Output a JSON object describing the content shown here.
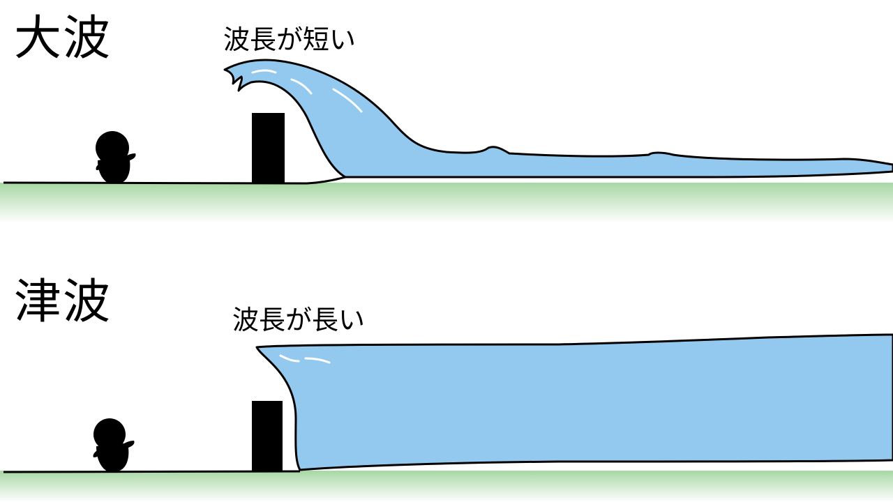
{
  "top_panel": {
    "title": "大波",
    "caption": "波長が短い"
  },
  "bottom_panel": {
    "title": "津波",
    "caption": "波長が長い"
  },
  "colors": {
    "water": "#94c9ef",
    "ground": "#a8d7a4",
    "outline": "#000000"
  }
}
